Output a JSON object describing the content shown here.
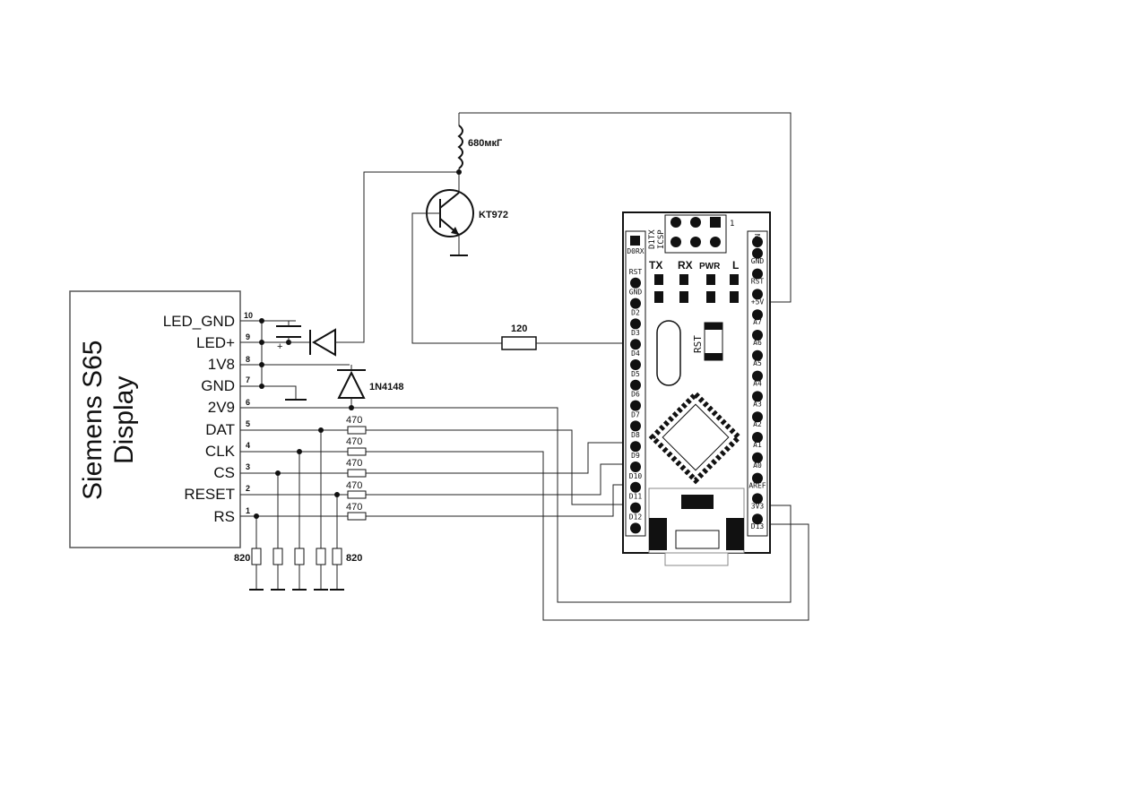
{
  "display": {
    "title_line1": "Siemens S65",
    "title_line2": "Display",
    "pins": [
      {
        "label": "LED_GND",
        "num": "10"
      },
      {
        "label": "LED+",
        "num": "9"
      },
      {
        "label": "1V8",
        "num": "8"
      },
      {
        "label": "GND",
        "num": "7"
      },
      {
        "label": "2V9",
        "num": "6"
      },
      {
        "label": "DAT",
        "num": "5"
      },
      {
        "label": "CLK",
        "num": "4"
      },
      {
        "label": "CS",
        "num": "3"
      },
      {
        "label": "RESET",
        "num": "2"
      },
      {
        "label": "RS",
        "num": "1"
      }
    ]
  },
  "components": {
    "inductor": "680мкГ",
    "transistor": "KT972",
    "base_resistor": "120",
    "diode": "1N4148",
    "series_resistor": "470",
    "pulldown_left": "820",
    "pulldown_right": "820"
  },
  "board": {
    "left_pins": [
      "D0RX",
      "RST",
      "GND",
      "D2",
      "D3",
      "D4",
      "D5",
      "D6",
      "D7",
      "D8",
      "D9",
      "D10",
      "D11",
      "D12"
    ],
    "right_pins": [
      "VIN",
      "GND",
      "RST",
      "+5V",
      "A7",
      "A6",
      "A5",
      "A4",
      "A3",
      "A2",
      "A1",
      "A0",
      "AREF",
      "3V3",
      "D13"
    ],
    "icsp_label": "ICSP",
    "tx_label": "D1TX",
    "icsp_pin1": "1",
    "leds": [
      "TX",
      "RX",
      "PWR",
      "L"
    ],
    "reset_label": "RST"
  }
}
